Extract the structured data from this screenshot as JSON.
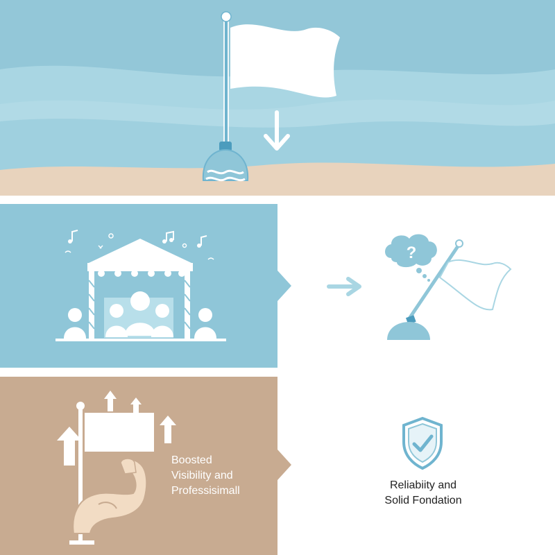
{
  "colors": {
    "sky": "#a9d6e3",
    "sea": "#9bcad9",
    "sand": "#e8d3bd",
    "mid_blue": "#8fc6d8",
    "accent_blue": "#6fb4cf",
    "tan": "#c8ab91",
    "white": "#ffffff"
  },
  "panels": {
    "beach": {
      "flag_icon": "flag-icon",
      "arrow_icon": "arrow-down-icon",
      "base_icon": "weighted-base-icon"
    },
    "concert": {
      "stage_icon": "concert-stage-icon",
      "notes_icon": "music-notes-icon",
      "arrow_icon": "arrow-right-icon"
    },
    "question": {
      "bubble_icon": "question-bubble-icon",
      "flag_icon": "tilted-flag-icon"
    },
    "boost": {
      "caption_lines": [
        "Boosted",
        "Visibility and",
        "Professisimall"
      ],
      "flag_icon": "flag-icon",
      "arm_icon": "flexed-arm-icon",
      "arrows_icon": "arrow-up-icon"
    },
    "reliability": {
      "caption_lines": [
        "Reliabiity and",
        "Solid Fondation"
      ],
      "shield_icon": "shield-check-icon"
    }
  }
}
